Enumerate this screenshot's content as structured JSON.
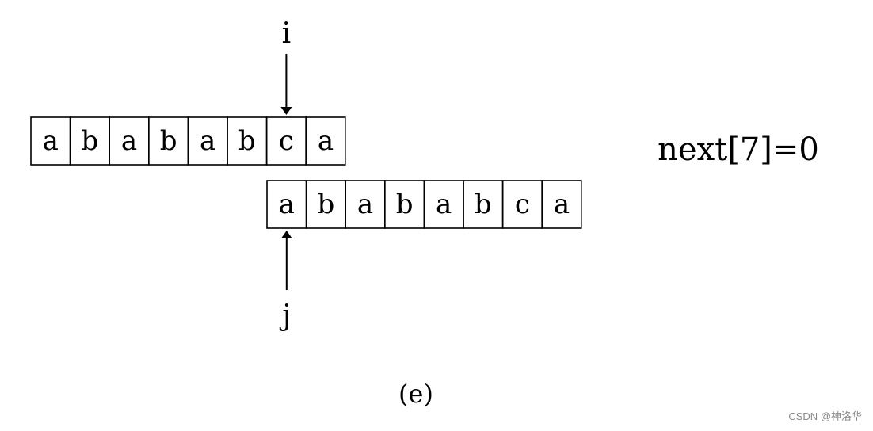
{
  "top_string": {
    "cells": [
      "a",
      "b",
      "a",
      "b",
      "a",
      "b",
      "c",
      "a"
    ]
  },
  "pattern_string": {
    "cells": [
      "a",
      "b",
      "a",
      "b",
      "a",
      "b",
      "c",
      "a"
    ]
  },
  "pointers": {
    "i": {
      "label": "i",
      "index": 6
    },
    "j": {
      "label": "j",
      "index": 0
    }
  },
  "result": {
    "text": "next[7]=0"
  },
  "caption": "(e)",
  "watermark": "CSDN @神洛华",
  "colors": {
    "stroke": "#000000",
    "text": "#000000",
    "watermark": "#8a8a8a"
  }
}
